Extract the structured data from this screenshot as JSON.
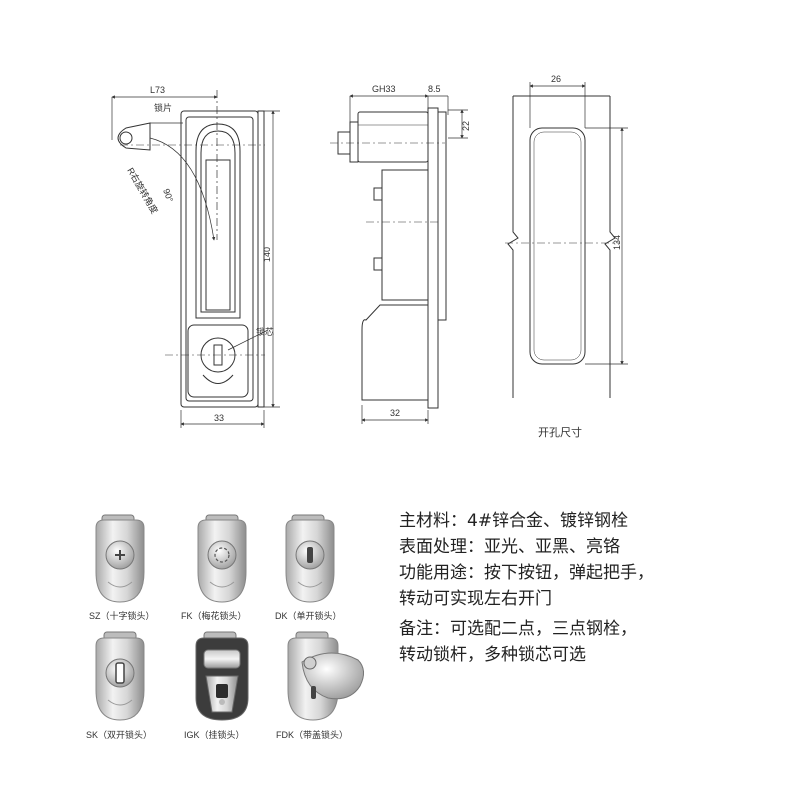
{
  "drawing": {
    "front_view": {
      "dim_length": "L73",
      "dim_lock_tab": "锁片",
      "dim_rotation": "R右旋转角度",
      "dim_angle": "90°",
      "dim_height": "140",
      "dim_core": "锁芯",
      "dim_width": "33"
    },
    "side_view": {
      "dim_gh": "GH33",
      "dim_offset": "8.5",
      "dim_22": "22",
      "dim_depth": "32"
    },
    "cutout_view": {
      "dim_width": "26",
      "dim_height": "134",
      "caption": "开孔尺寸"
    }
  },
  "variants": [
    {
      "code": "SZ",
      "name": "SZ（十字锁头）"
    },
    {
      "code": "FK",
      "name": "FK（梅花锁头）"
    },
    {
      "code": "DK",
      "name": "DK（单开锁头）"
    },
    {
      "code": "SK",
      "name": "SK（双开锁头）"
    },
    {
      "code": "IGK",
      "name": "IGK（挂锁头）"
    },
    {
      "code": "FDK",
      "name": "FDK（带盖锁头）"
    }
  ],
  "specs": {
    "line1": "主材料：4#锌合金、镀锌钢栓",
    "line2": "表面处理：亚光、亚黑、亮铬",
    "line3": "功能用途：按下按钮，弹起把手，",
    "line4": "转动可实现左右开门",
    "line5": "备注：可选配二点，三点钢栓，",
    "line6": "转动锁杆，多种锁芯可选"
  },
  "colors": {
    "line": "#333333",
    "metal_light": "#e6e6e6",
    "metal_dark": "#8a8a8a"
  }
}
